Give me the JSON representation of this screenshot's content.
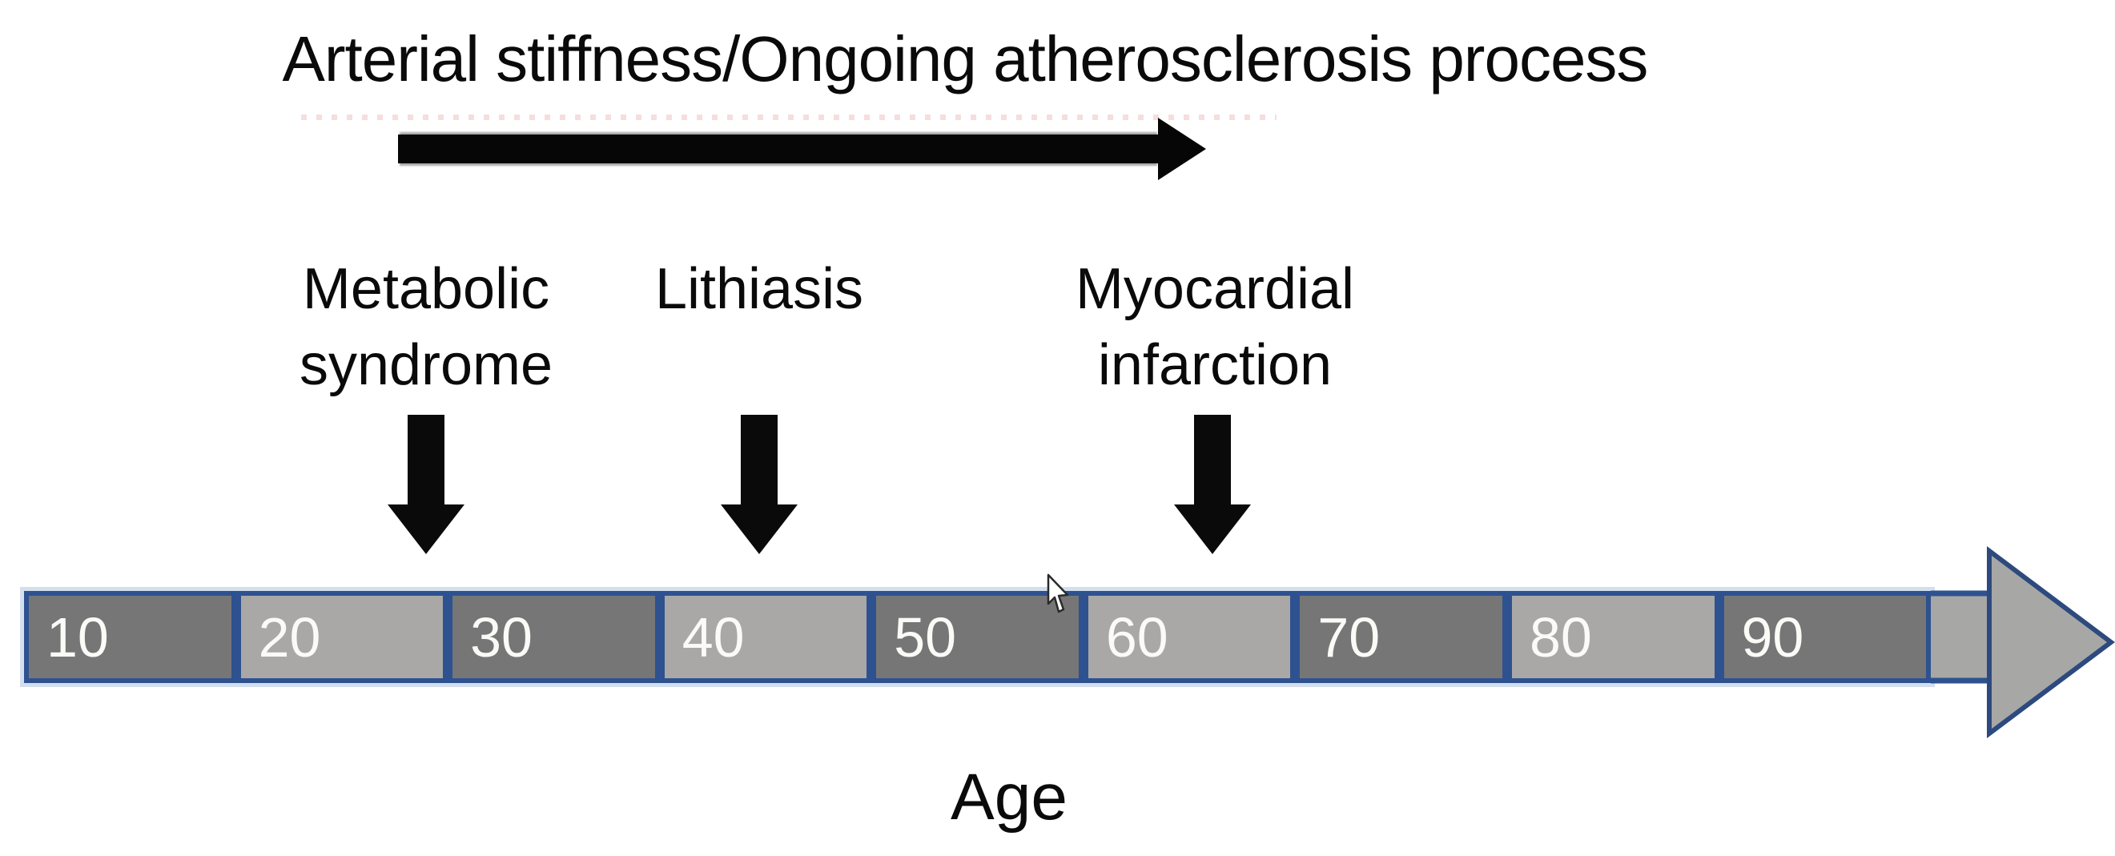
{
  "title": "Arterial stiffness/Ongoing atherosclerosis process",
  "events": [
    {
      "label": "Metabolic syndrome",
      "lines": [
        "Metabolic",
        "syndrome"
      ]
    },
    {
      "label": "Lithiasis",
      "lines": [
        "",
        "Lithiasis"
      ]
    },
    {
      "label": "Myocardial infarction",
      "lines": [
        "Myocardial",
        "infarction"
      ]
    }
  ],
  "timeline": {
    "ages": [
      "10",
      "20",
      "30",
      "40",
      "50",
      "60",
      "70",
      "80",
      "90"
    ],
    "axis_label": "Age",
    "colors": {
      "segment_dark": "#767676",
      "segment_light": "#a9a8a6",
      "border_blue": "#2e5190",
      "arrowhead_fill": "#a7a7a5",
      "arrowhead_outline": "#2d4a7e",
      "halo_blue": "#dce6f2",
      "arrow_black": "#060606",
      "dotted_line_pink": "#f5d8d8"
    }
  }
}
